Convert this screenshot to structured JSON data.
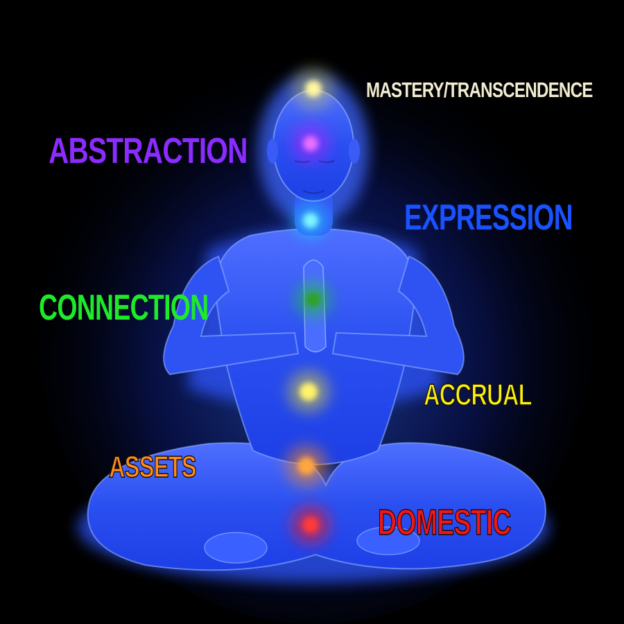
{
  "labels": {
    "mastery": "MASTERY/TRANSCENDENCE",
    "abstraction": "ABSTRACTION",
    "expression": "EXPRESSION",
    "connection": "CONNECTION",
    "accrual": "ACCRUAL",
    "assets": "ASSETS",
    "domestic": "DOMESTIC"
  },
  "colors": {
    "background": "#000000",
    "body_glow": "#2a5cff",
    "mastery": "#f2ecd0",
    "abstraction": "#8a2bff",
    "expression": "#1a52ff",
    "connection": "#1eea2a",
    "accrual": "#f7f20f",
    "assets": "#ff8c1a",
    "domestic": "#f2161b",
    "outline_dark": "#1a0d00"
  },
  "chakras": [
    {
      "name": "crown",
      "color": "#f3e23a"
    },
    {
      "name": "third-eye",
      "color": "#c51bff"
    },
    {
      "name": "throat",
      "color": "#17e0ff"
    },
    {
      "name": "heart",
      "color": "#1bcc2a"
    },
    {
      "name": "solar-plexus",
      "color": "#f5e21c"
    },
    {
      "name": "sacral",
      "color": "#ff8a16"
    },
    {
      "name": "root",
      "color": "#ff1616"
    }
  ]
}
